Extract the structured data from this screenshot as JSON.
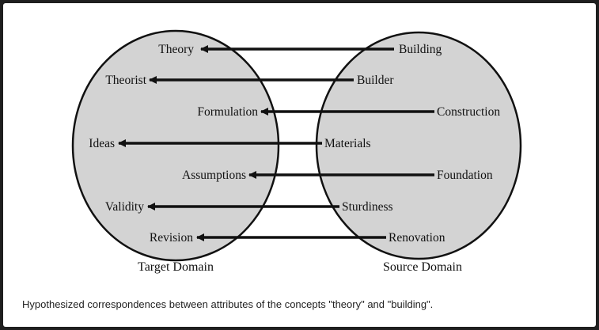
{
  "target_domain": {
    "label": "Target Domain",
    "items": [
      "Theory",
      "Theorist",
      "Formulation",
      "Ideas",
      "Assumptions",
      "Validity",
      "Revision"
    ]
  },
  "source_domain": {
    "label": "Source Domain",
    "items": [
      "Building",
      "Builder",
      "Construction",
      "Materials",
      "Foundation",
      "Sturdiness",
      "Renovation"
    ]
  },
  "caption": "Hypothesized correspondences between attributes of the concepts \"theory\" and \"building\".",
  "colors": {
    "ellipse_fill": "#d3d3d3",
    "stroke": "#111111"
  }
}
